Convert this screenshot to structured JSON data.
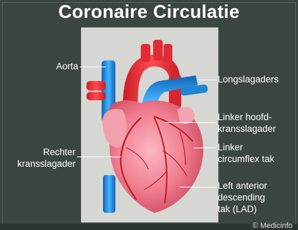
{
  "title": "Coronaire Circulatie",
  "labels": {
    "aorta": "Aorta",
    "longslagaders": "Longslagaders",
    "linker_hoofd_1": "Linker hoofd-",
    "linker_hoofd_2": "kransslagader",
    "rechter_1": "Rechter",
    "rechter_2": "kransslagader",
    "circumflex_1": "Linker",
    "circumflex_2": "circumflex tak",
    "lad_1": "Left anterior",
    "lad_2": "descending",
    "lad_3": "tak (LAD)"
  },
  "copyright": "© Medicinfo",
  "colors": {
    "background": "#3c4641",
    "panel": "#d6d6d3",
    "artery_red": "#e8303a",
    "vein_blue": "#1e8fe0",
    "heart_pink": "#f08a9a",
    "coronary": "#c0202c"
  }
}
